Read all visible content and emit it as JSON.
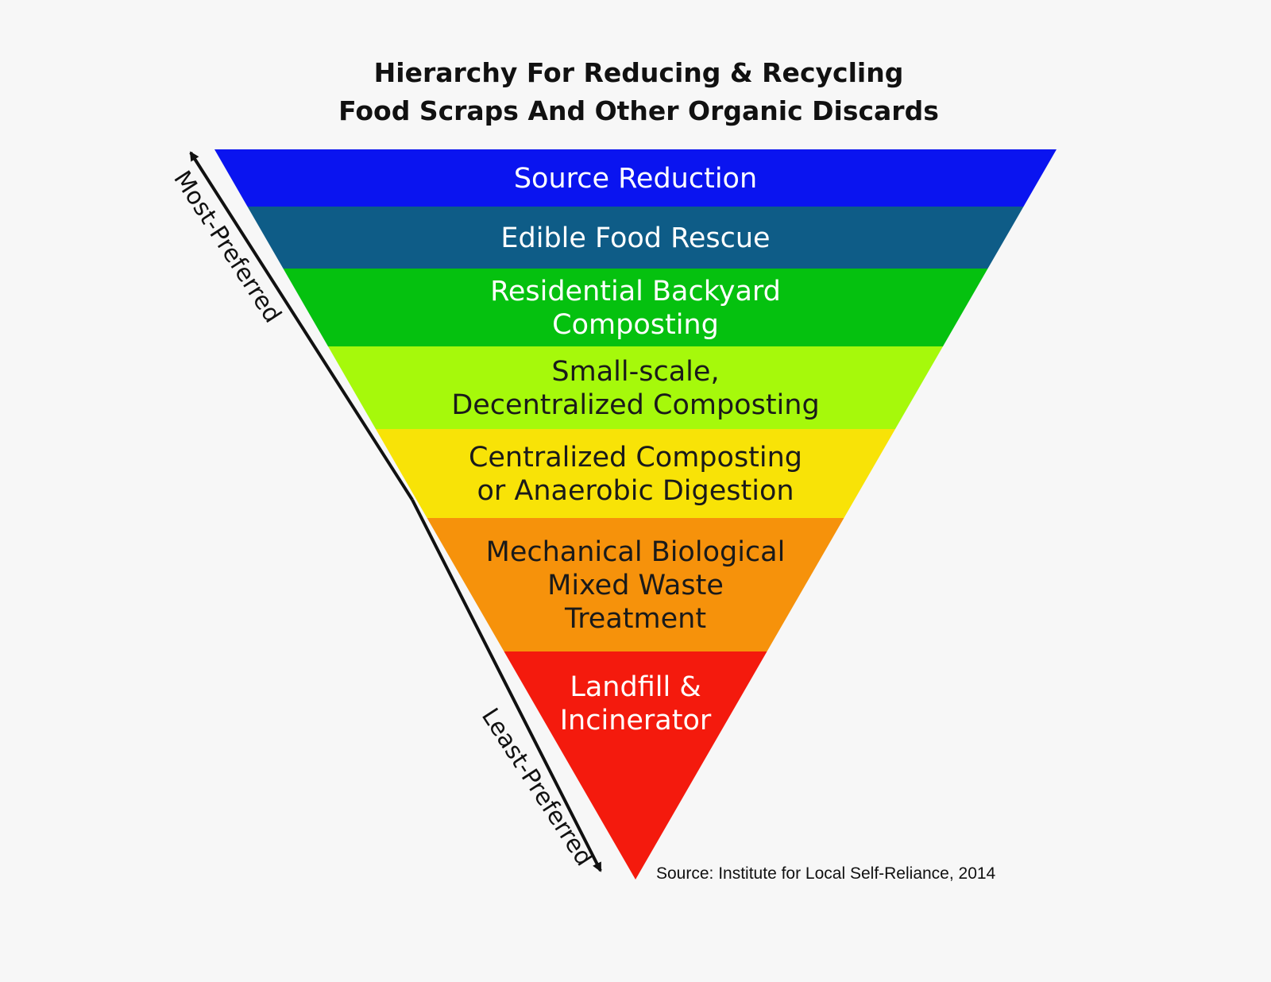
{
  "title": {
    "line1": "Hierarchy For Reducing & Recycling",
    "line2": "Food Scraps And Other Organic Discards"
  },
  "layers": [
    {
      "lines": [
        "Source Reduction"
      ],
      "color": "#0a14f0",
      "text_color": "#ffffff"
    },
    {
      "lines": [
        "Edible Food Rescue"
      ],
      "color": "#0e5c87",
      "text_color": "#ffffff"
    },
    {
      "lines": [
        "Residential Backyard",
        "Composting"
      ],
      "color": "#05c10f",
      "text_color": "#ffffff"
    },
    {
      "lines": [
        "Small-scale,",
        "Decentralized Composting"
      ],
      "color": "#a6f90b",
      "text_color": "#1a1a1a"
    },
    {
      "lines": [
        "Centralized Composting",
        "or Anaerobic Digestion"
      ],
      "color": "#f8e307",
      "text_color": "#1a1a1a"
    },
    {
      "lines": [
        "Mechanical Biological",
        "Mixed Waste",
        "Treatment"
      ],
      "color": "#f6920b",
      "text_color": "#1a1a1a"
    },
    {
      "lines": [
        "Landfill &",
        "Incinerator"
      ],
      "color": "#f41a0d",
      "text_color": "#ffffff"
    }
  ],
  "axis": {
    "top_label": "Most-Preferred",
    "bottom_label": "Least-Preferred"
  },
  "source": "Source: Institute for Local Self-Reliance, 2014"
}
